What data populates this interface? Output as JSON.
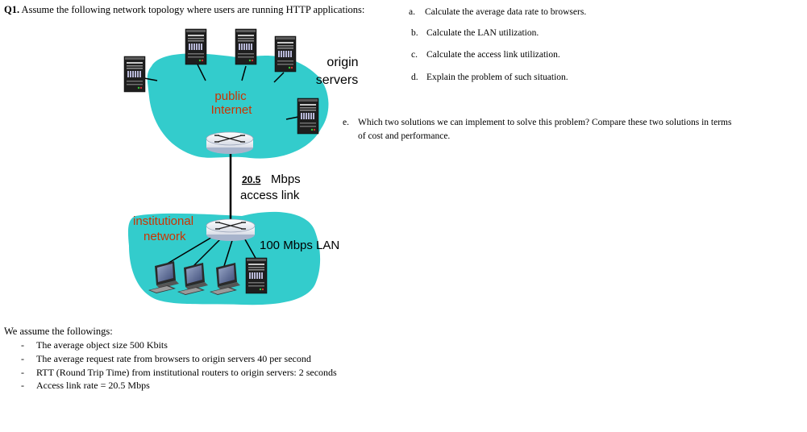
{
  "question": {
    "label": "Q1.",
    "text": "Assume the following network topology where users are running HTTP applications:"
  },
  "sub_questions": [
    {
      "letter": "a.",
      "text": "Calculate the average data rate to browsers."
    },
    {
      "letter": "b.",
      "text": "Calculate the LAN utilization."
    },
    {
      "letter": "c.",
      "text": "Calculate the access link utilization."
    },
    {
      "letter": "d.",
      "text": "Explain the problem of such situation."
    },
    {
      "letter": "e.",
      "text_line1": "Which two solutions we can implement to solve this problem? Compare these two solutions in terms",
      "text_line2": "of cost and performance."
    }
  ],
  "diagram": {
    "origin_label_1": "origin",
    "origin_label_2": "servers",
    "public_label_1": "public",
    "public_label_2": "Internet",
    "access_rate": "20.5",
    "access_unit": "Mbps",
    "access_label": "access link",
    "inst_label_1": "institutional",
    "inst_label_2": "network",
    "lan_label": "100 Mbps LAN",
    "colors": {
      "cloud": "#33CCCC",
      "server_body": "#202020",
      "label_red": "#CC3300",
      "link": "#000000"
    }
  },
  "assumptions": {
    "heading": "We assume the followings:",
    "items": [
      "The average object size 500 Kbits",
      "The average request rate from browsers to origin servers 40 per second",
      "RTT (Round Trip Time) from institutional routers to origin servers: 2 seconds",
      "Access link rate = 20.5 Mbps"
    ],
    "bullet": "-"
  }
}
